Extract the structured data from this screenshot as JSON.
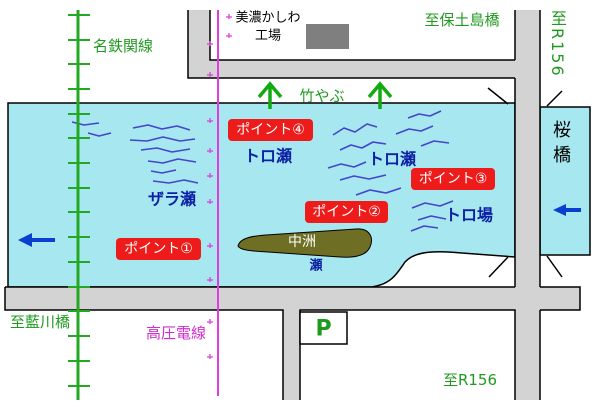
{
  "map": {
    "colors": {
      "river": "#a7e7ef",
      "road": "#d3d3d3",
      "railway": "#22a822",
      "power_line": "#e03ce0",
      "power_label": "#d02fd0",
      "label_green": "#1f9a1f",
      "point_badge": "#ee1b1b",
      "water_label": "#0d1fa3",
      "ripple": "#4545cc",
      "sandbar": "#6e6e24",
      "factory": "#7f7f7f",
      "bamboo_arrow": "#11aa11",
      "flow_arrow": "#0a3fd0"
    },
    "icons": {
      "bamboo_arrow": "arrow-up-icon",
      "flow_arrow": "arrow-left-icon"
    },
    "railway": {
      "label": "名鉄関線"
    },
    "power_line": {
      "label": "高圧電線"
    },
    "factory": {
      "name_line1": "美濃かしわ",
      "name_line2": "工場"
    },
    "bamboo": {
      "label": "竹やぶ"
    },
    "directions": {
      "to_hodoshima_bridge": "至保土島橋",
      "to_r156_north": "至R156",
      "to_r156_south": "至R156",
      "to_aikawa_bridge": "至藍川橋"
    },
    "bridge": {
      "label": "桜橋"
    },
    "sandbar": {
      "label": "中洲"
    },
    "parking": {
      "label": "P"
    },
    "points": [
      {
        "label": "ポイント①"
      },
      {
        "label": "ポイント②"
      },
      {
        "label": "ポイント③"
      },
      {
        "label": "ポイント④"
      }
    ],
    "water_features": {
      "toro_se_left": "トロ瀬",
      "toro_se_right": "トロ瀬",
      "zara_se": "ザラ瀬",
      "toro_ba": "トロ場",
      "se": "瀬"
    }
  }
}
